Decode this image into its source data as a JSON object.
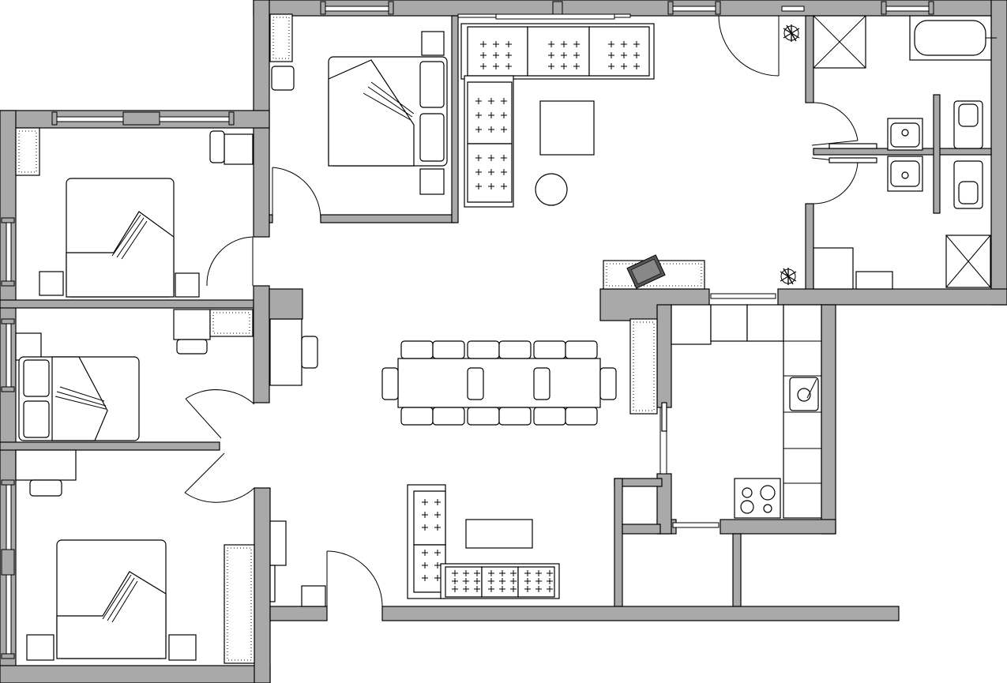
{
  "plan": {
    "colors": {
      "wall": "#a9a9a9",
      "line": "#000000",
      "floor": "#ffffff"
    },
    "rooms": [
      "bedroom-1",
      "bedroom-2",
      "bedroom-3",
      "bedroom-4",
      "living-room",
      "bathroom",
      "kitchen",
      "dining-area",
      "lounge-area"
    ]
  }
}
